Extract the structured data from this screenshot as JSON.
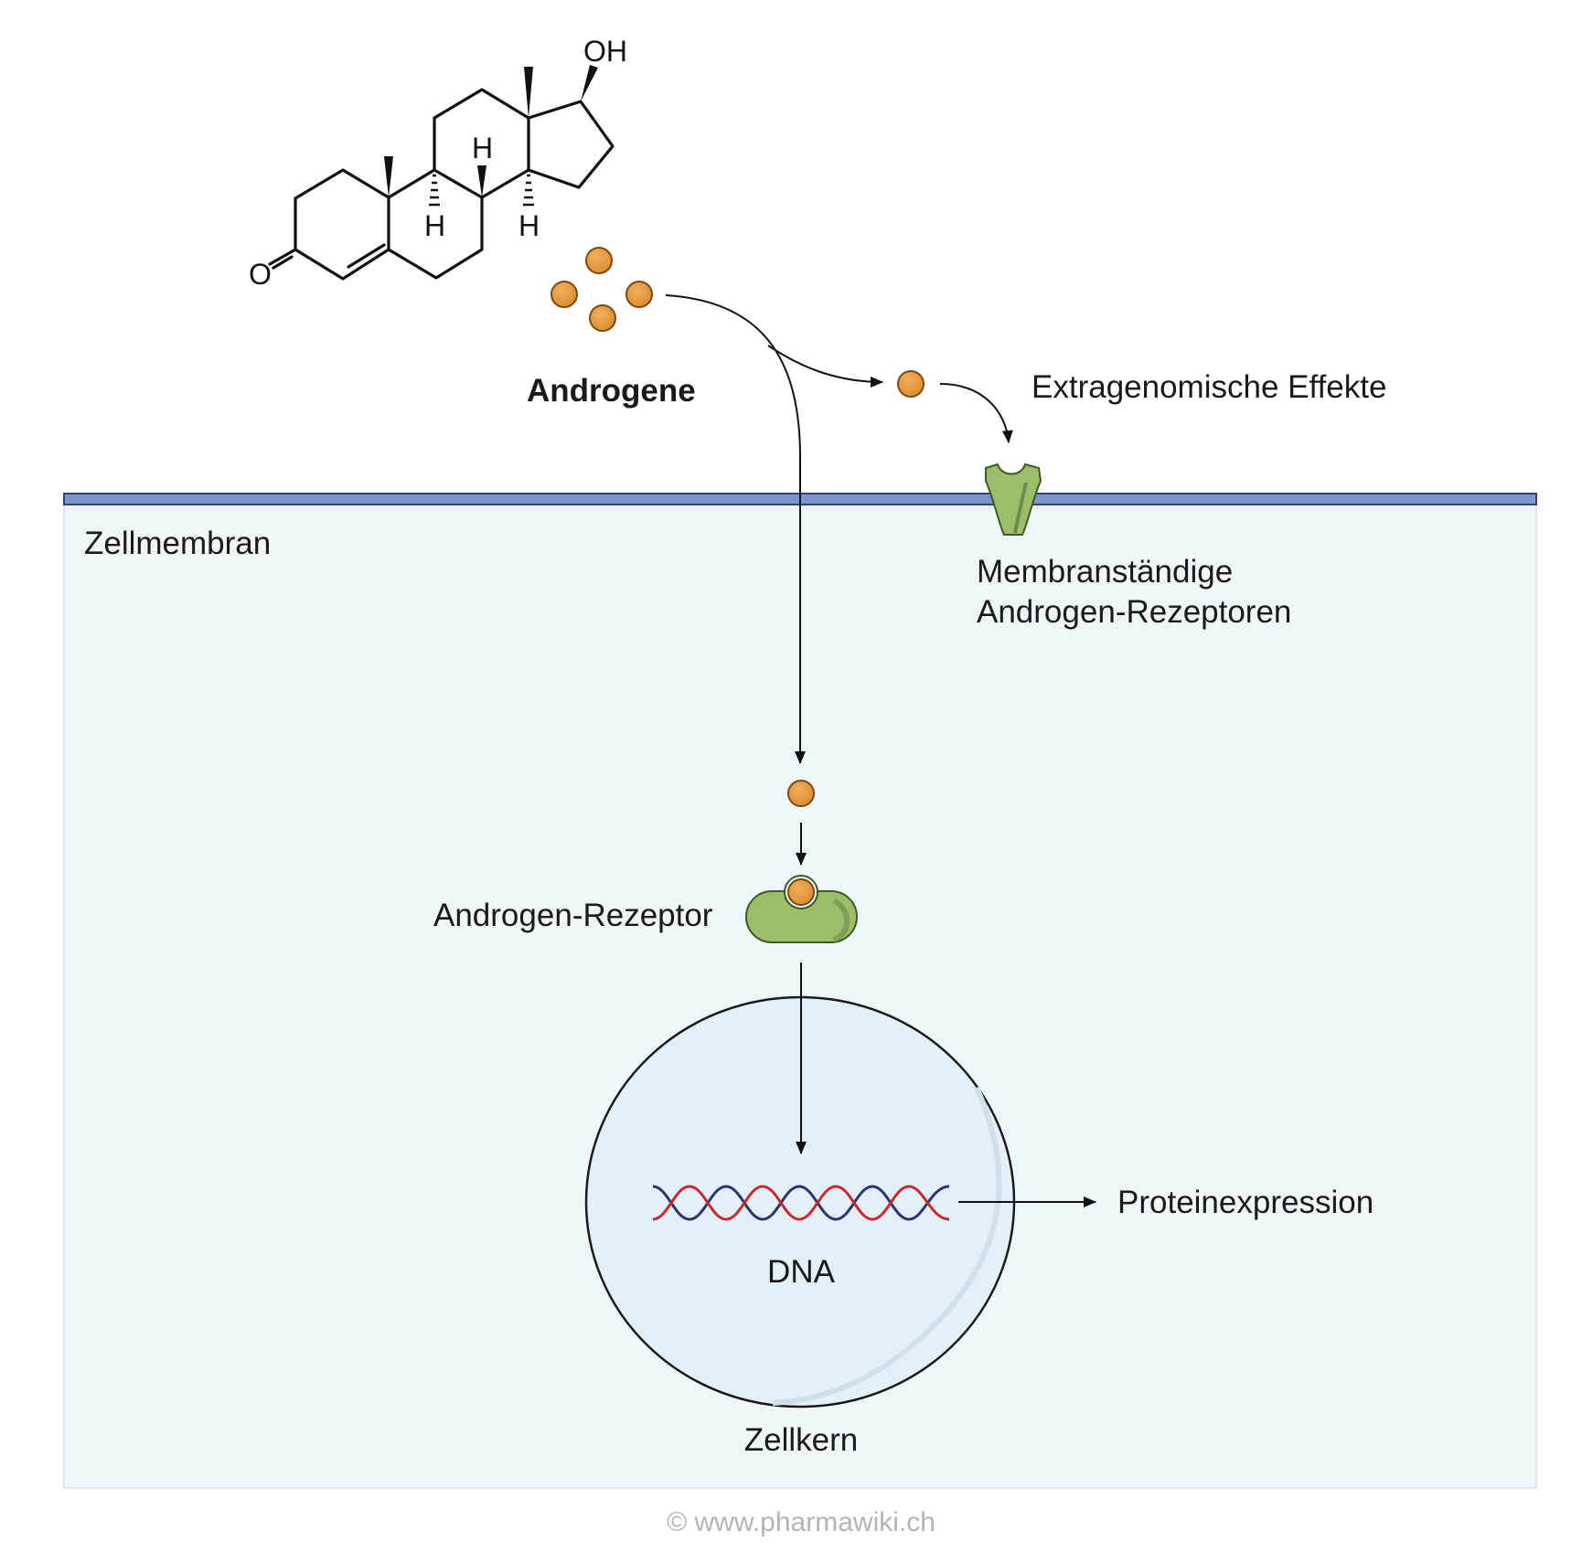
{
  "molecule": {
    "atom_labels": {
      "oh": "OH",
      "o": "O",
      "h_top": "H",
      "h_left": "H",
      "h_right": "H"
    }
  },
  "labels": {
    "androgene": "Androgene",
    "extragenomic": "Extragenomische Effekte",
    "zellmembran": "Zellmembran",
    "membrane_receptor_line1": "Membranständige",
    "membrane_receptor_line2": "Androgen-Rezeptoren",
    "androgen_receptor": "Androgen-Rezeptor",
    "dna": "DNA",
    "zellkern": "Zellkern",
    "proteinexpression": "Proteinexpression"
  },
  "credit": "© www.pharmawiki.ch",
  "colors": {
    "cytoplasm": "#eff6fa",
    "membrane": "#7b96c8",
    "membrane_border": "#2f4577",
    "nucleus": "#e4f0f8",
    "androgen": "#e69d45",
    "receptor": "#9cbd6b",
    "dna_strand_1": "#c62a2f",
    "dna_strand_2": "#2a3470"
  },
  "icons": [
    "androgen-molecule",
    "membrane-receptor-icon",
    "androgen-receptor-icon",
    "dna-helix-icon",
    "nucleus-icon"
  ]
}
